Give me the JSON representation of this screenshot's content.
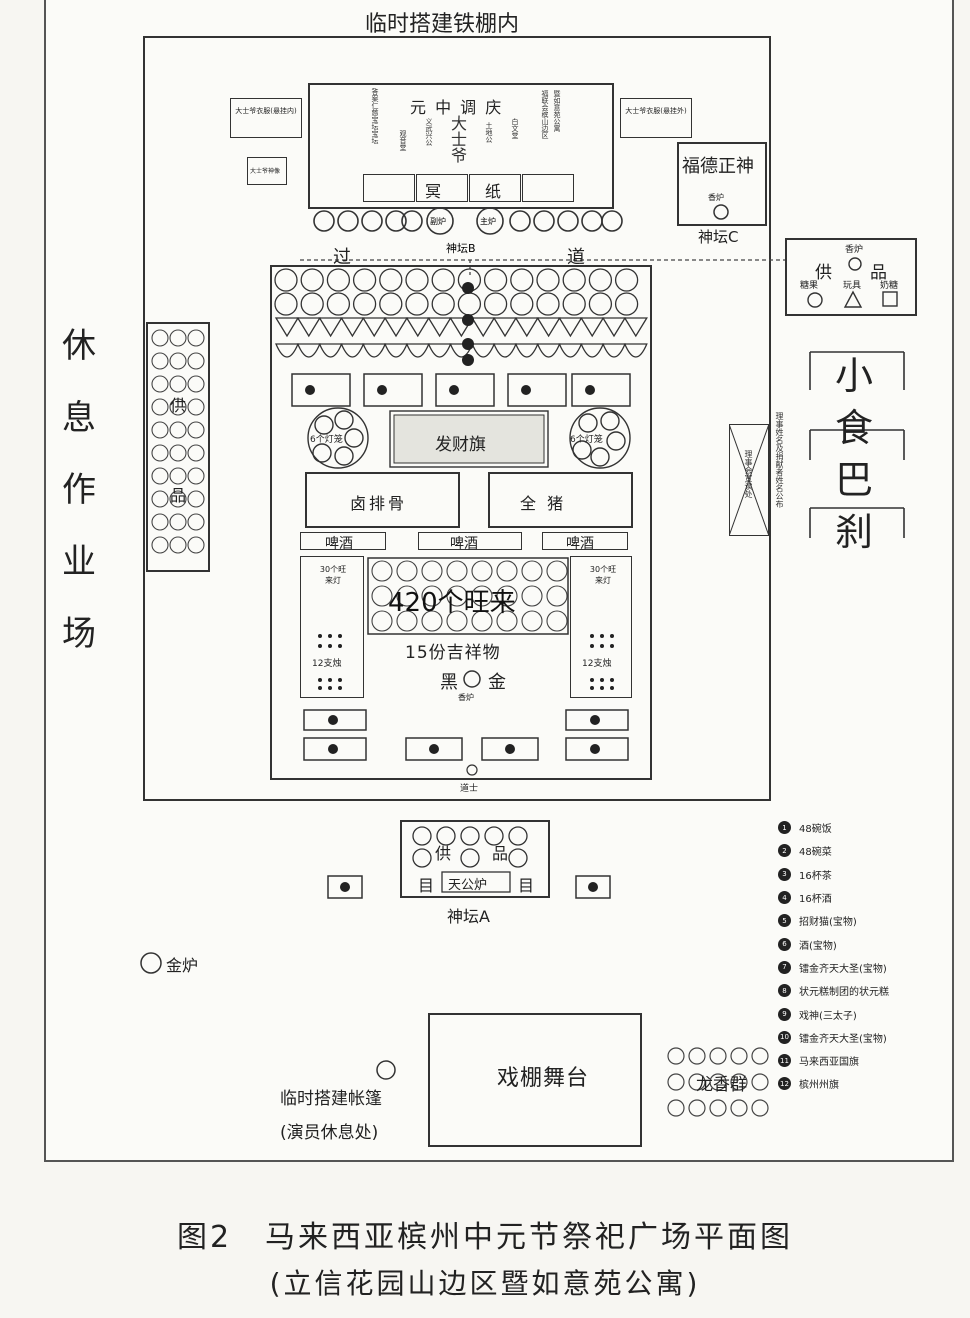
{
  "top_title": "临时搭建铁棚内",
  "left_area": [
    "休",
    "息",
    "作",
    "业",
    "场"
  ],
  "snack_bar": [
    "小",
    "食",
    "巴",
    "刹"
  ],
  "upper_altar": {
    "row1": "元 中 调 庆",
    "center_deity": "大士爷",
    "left_col1": "答案仁慈宝坛宝坛",
    "left_col2": "观音堂",
    "left_col3": "义武兴公",
    "right_col1": "土地公",
    "right_col2": "白文堂",
    "right_col3": "福联会槟山边区",
    "right_col4": "暨如意苑公寓",
    "ming": "冥",
    "zhi": "纸",
    "left_burner": "副炉",
    "main_burner": "主炉",
    "shentan_b": "神坛B",
    "left_small_box": "大士爷衣服(悬挂内)",
    "right_small_box": "大士爷衣服(悬挂外)",
    "tiny_box": "大士爷神像"
  },
  "fude": {
    "title": "福德正神",
    "burner": "香炉",
    "label": "神坛C"
  },
  "offerings_right": {
    "burner": "香炉",
    "gong": "供",
    "pin": "品",
    "items": [
      "糖果",
      "玩具",
      "奶糖"
    ]
  },
  "guo": "过",
  "dao": "道",
  "side_offerings": [
    "供",
    "品"
  ],
  "center": {
    "fa_cai": "发财旗",
    "left_lamp": "6个灯笼",
    "right_lamp": "6个灯笼",
    "lu_pai_gu": "卤排骨",
    "quan_zhu": "全 猪",
    "beer": [
      "啤酒",
      "啤酒",
      "啤酒"
    ],
    "wang_lai_left": "30个旺来灯",
    "wang_lai_right": "30个旺来灯",
    "big_label": "420个旺来",
    "mascot": "15份吉祥物",
    "candles_left": "12支烛",
    "candles_right": "12支烛",
    "hei": "黑",
    "jin": "金",
    "burner": "香炉",
    "daoshi": "道士"
  },
  "committee": "理事姓名及捐献者姓名公布",
  "committee_box": "理事会宣读处",
  "shentan_a": {
    "gong": "供",
    "pin": "品",
    "tian_gong_lu": "天公炉",
    "label": "神坛A",
    "left_mark": "目",
    "right_mark": "目"
  },
  "jin_lu": "金炉",
  "stage": "戏棚舞台",
  "tent_line1": "临时搭建帐篷",
  "tent_line2": "(演员休息处)",
  "long_xiang": "龙香群",
  "legend": [
    {
      "n": "1",
      "text": "48碗饭"
    },
    {
      "n": "2",
      "text": "48碗菜"
    },
    {
      "n": "3",
      "text": "16杯茶"
    },
    {
      "n": "4",
      "text": "16杯酒"
    },
    {
      "n": "5",
      "text": "招财猫(宝物)"
    },
    {
      "n": "6",
      "text": "酒(宝物)"
    },
    {
      "n": "7",
      "text": "镭金齐天大圣(宝物)"
    },
    {
      "n": "8",
      "text": "状元糕制团的状元糕"
    },
    {
      "n": "9",
      "text": "戏神(三太子)"
    },
    {
      "n": "10",
      "text": "镭金齐天大圣(宝物)"
    },
    {
      "n": "11",
      "text": "马来西亚国旗"
    },
    {
      "n": "12",
      "text": "槟州州旗"
    }
  ],
  "caption_line1": "图2　马来西亚槟州中元节祭祀广场平面图",
  "caption_line2": "(立信花园山边区暨如意苑公寓)"
}
